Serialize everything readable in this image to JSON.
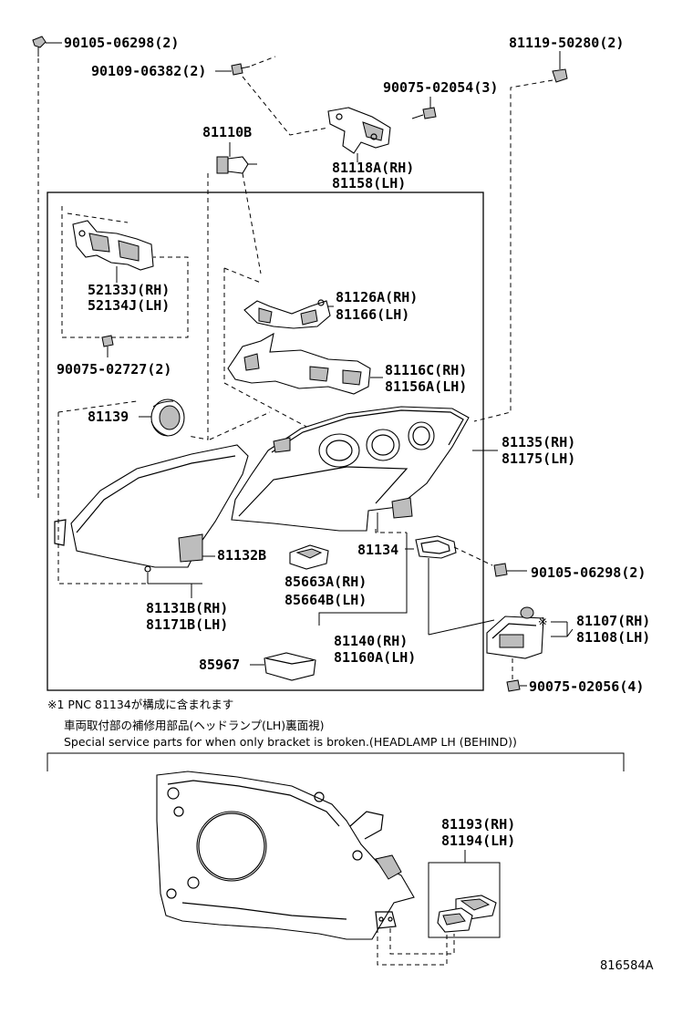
{
  "labels": {
    "bolt_top_left": "90105-06298(2)",
    "screw_top": "90109-06382(2)",
    "clip_top_right": "81119-50280(2)",
    "screw_bracket": "90075-02054(3)",
    "bulb": "81110B",
    "bracket_top_rh": "81118A(RH)",
    "bracket_top_lh": "81158(LH)",
    "side_bracket_rh": "52133J(RH)",
    "side_bracket_lh": "52134J(LH)",
    "screw_side": "90075-02727(2)",
    "cap": "81139",
    "bracket_upper_rh": "81126A(RH)",
    "bracket_upper_lh": "81166(LH)",
    "bracket_mid_rh": "81116C(RH)",
    "bracket_mid_lh": "81156A(LH)",
    "housing_rh": "81135(RH)",
    "housing_lh": "81175(LH)",
    "bracket_lower": "81132B",
    "gasket": "81134",
    "bolt_right": "90105-06298(2)",
    "ballast_rh": "81107(RH)",
    "ballast_lh": "81108(LH)",
    "computer_rh": "85663A(RH)",
    "computer_lh": "85664B(LH)",
    "lens_rh": "81131B(RH)",
    "lens_lh": "81171B(LH)",
    "unit_rh": "81140(RH)",
    "unit_lh": "81160A(LH)",
    "module": "85967",
    "screw_bottom": "90075-02056(4)",
    "note_mark": "※",
    "repair_rh": "81193(RH)",
    "repair_lh": "81194(LH)"
  },
  "notes": {
    "line1": "※1  PNC 81134が構成に含まれます",
    "line2": "車両取付部の補修用部品(ヘッドランプ(LH)裏面視)",
    "line3": "Special service parts for when only bracket is broken.(HEADLAMP LH (BEHIND))"
  },
  "figure_id": "816584A",
  "icons": {
    "bolt": "bolt-icon",
    "screw": "screw-icon",
    "clip": "clip-icon",
    "bulb": "bulb-icon"
  }
}
